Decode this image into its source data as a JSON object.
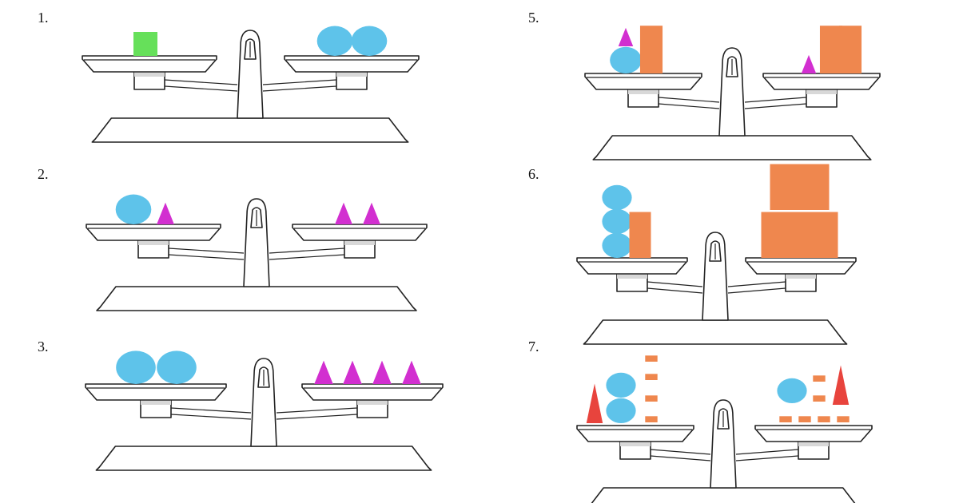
{
  "colors": {
    "green": "#66e05a",
    "blue": "#5ec3ea",
    "magenta": "#d22fd0",
    "orange": "#ef874e",
    "red": "#e8443d"
  },
  "puzzles": [
    {
      "number": "1.",
      "left_pan": [
        {
          "shape": "square",
          "color": "green"
        }
      ],
      "right_pan": [
        {
          "shape": "circle",
          "color": "blue"
        },
        {
          "shape": "circle",
          "color": "blue"
        }
      ]
    },
    {
      "number": "2.",
      "left_pan": [
        {
          "shape": "circle",
          "color": "blue"
        },
        {
          "shape": "triangle",
          "color": "magenta"
        }
      ],
      "right_pan": [
        {
          "shape": "triangle",
          "color": "magenta"
        },
        {
          "shape": "triangle",
          "color": "magenta"
        }
      ]
    },
    {
      "number": "3.",
      "left_pan": [
        {
          "shape": "circle",
          "color": "blue"
        },
        {
          "shape": "circle",
          "color": "blue"
        }
      ],
      "right_pan": [
        {
          "shape": "triangle",
          "color": "magenta"
        },
        {
          "shape": "triangle",
          "color": "magenta"
        },
        {
          "shape": "triangle",
          "color": "magenta"
        },
        {
          "shape": "triangle",
          "color": "magenta"
        }
      ]
    },
    {
      "number": "5.",
      "left_pan": [
        {
          "shape": "triangle",
          "color": "magenta"
        },
        {
          "shape": "circle",
          "color": "blue"
        },
        {
          "shape": "bar",
          "color": "orange"
        }
      ],
      "right_pan": [
        {
          "shape": "triangle",
          "color": "magenta"
        },
        {
          "shape": "bar",
          "color": "orange"
        },
        {
          "shape": "bar",
          "color": "orange"
        }
      ]
    },
    {
      "number": "6.",
      "left_pan": [
        {
          "shape": "circle",
          "color": "blue"
        },
        {
          "shape": "circle",
          "color": "blue"
        },
        {
          "shape": "circle",
          "color": "blue"
        },
        {
          "shape": "bar",
          "color": "orange"
        }
      ],
      "right_pan": [
        {
          "shape": "bar",
          "color": "orange"
        },
        {
          "shape": "bar",
          "color": "orange"
        },
        {
          "shape": "bar",
          "color": "orange"
        },
        {
          "shape": "bar",
          "color": "orange"
        },
        {
          "shape": "bar",
          "color": "orange"
        },
        {
          "shape": "bar",
          "color": "orange"
        },
        {
          "shape": "bar",
          "color": "orange"
        }
      ]
    },
    {
      "number": "7.",
      "left_pan": [
        {
          "shape": "tall-triangle",
          "color": "red"
        },
        {
          "shape": "circle",
          "color": "blue"
        },
        {
          "shape": "circle",
          "color": "blue"
        },
        {
          "shape": "small-square",
          "color": "orange"
        },
        {
          "shape": "small-square",
          "color": "orange"
        },
        {
          "shape": "small-square",
          "color": "orange"
        },
        {
          "shape": "small-square",
          "color": "orange"
        }
      ],
      "right_pan": [
        {
          "shape": "circle",
          "color": "blue"
        },
        {
          "shape": "small-square",
          "color": "orange"
        },
        {
          "shape": "small-square",
          "color": "orange"
        },
        {
          "shape": "small-square",
          "color": "orange"
        },
        {
          "shape": "small-square",
          "color": "orange"
        },
        {
          "shape": "small-square",
          "color": "orange"
        },
        {
          "shape": "small-square",
          "color": "orange"
        },
        {
          "shape": "tall-triangle",
          "color": "red"
        }
      ]
    }
  ]
}
